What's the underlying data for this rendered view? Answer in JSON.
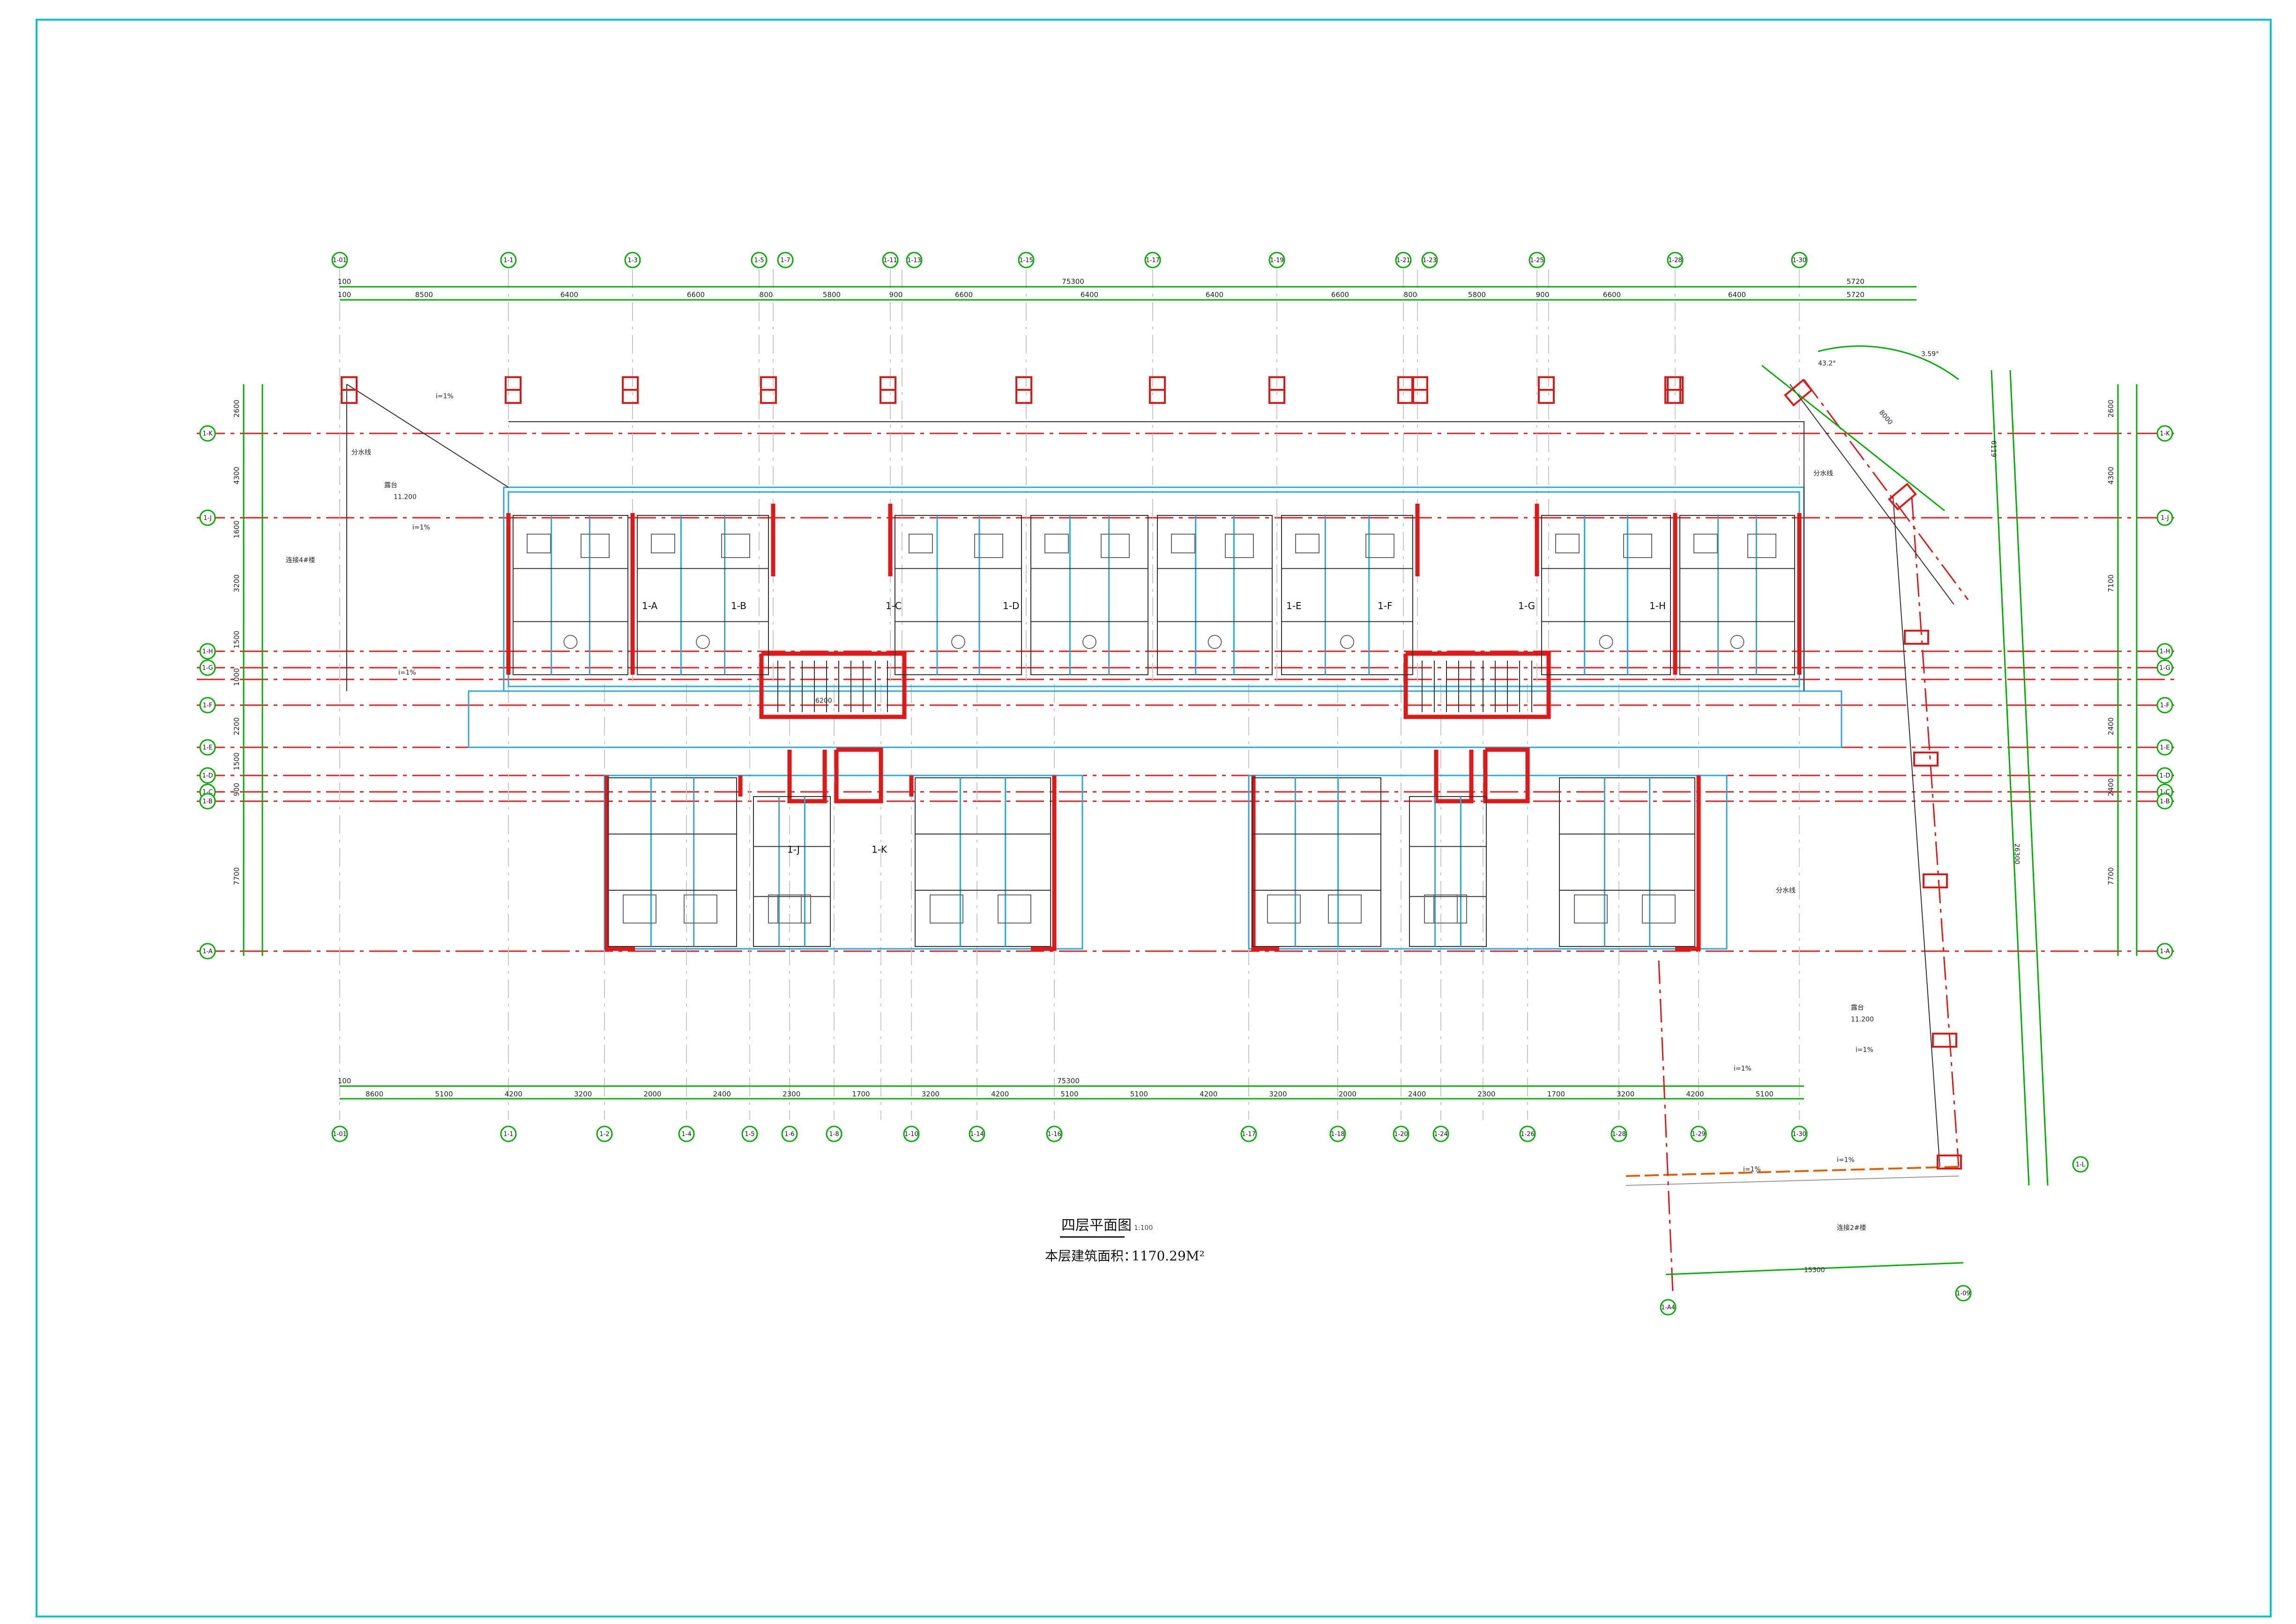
{
  "drawing": {
    "title": "四层平面图",
    "scale": "1:100",
    "area_label": "本层建筑面积：",
    "area_value": "1170.29M²"
  },
  "top_axes": [
    "1-01",
    "1-1",
    "1-3",
    "1-5",
    "1-7",
    "1-11",
    "1-13",
    "1-15",
    "1-17",
    "1-19",
    "1-21",
    "1-23",
    "1-25",
    "1-28",
    "1-30"
  ],
  "bottom_axes": [
    "1-01",
    "1-1",
    "1-2",
    "1-4",
    "1-5",
    "1-6",
    "1-8",
    "1-10",
    "1-14",
    "1-16",
    "1-17",
    "1-18",
    "1-20",
    "1-24",
    "1-26",
    "1-28",
    "1-29",
    "1-30"
  ],
  "left_axes": [
    "1-K",
    "1-J",
    "1-H",
    "1-G",
    "1-F",
    "1-E",
    "1-D",
    "1-C",
    "1-B",
    "1-A"
  ],
  "right_axes": [
    "1-K",
    "1-J",
    "1-H",
    "1-G",
    "1-F",
    "1-E",
    "1-D",
    "1-C",
    "1-B",
    "1-A"
  ],
  "top_dims_total": [
    "100",
    "75300",
    "5720"
  ],
  "top_dims": [
    "100",
    "8500",
    "6400",
    "6600",
    "800",
    "5800",
    "900",
    "6600",
    "6400",
    "6400",
    "6600",
    "800",
    "5800",
    "900",
    "6600",
    "6400",
    "5720"
  ],
  "bottom_dims_total": [
    "100",
    "75300"
  ],
  "bottom_dims": [
    "8600",
    "5100",
    "4200",
    "3200",
    "2000",
    "2400",
    "2300",
    "1700",
    "3200",
    "4200",
    "5100",
    "5100",
    "4200",
    "3200",
    "2000",
    "2400",
    "2300",
    "1700",
    "3200",
    "4200",
    "5100"
  ],
  "left_dims": [
    "2600",
    "4300",
    "1600",
    "3200",
    "1500",
    "1000",
    "2200",
    "1500",
    "900",
    "7700"
  ],
  "right_dims": [
    "2600",
    "4300",
    "7100",
    "2400",
    "2400",
    "7700"
  ],
  "unit_labels": [
    "1-A",
    "1-B",
    "1-C",
    "1-D",
    "1-E",
    "1-F",
    "1-G",
    "1-H",
    "1-J",
    "1-K"
  ],
  "notes": {
    "terrace": "露台",
    "terrace_elev": "11.200",
    "divider": "分水线",
    "connect_left": "连接4#楼",
    "connect_right": "连接2#楼",
    "slope": "i=1%",
    "angle1": "43.2°",
    "angle2": "3.59°",
    "dim_15300": "15300",
    "dim_6200": "6200",
    "dim_26300": "26300",
    "dim_6119": "6119",
    "dim_8000": "8000"
  },
  "right_axis_bottom": [
    "1-A4",
    "1-09"
  ],
  "right_axis_l": "1-L",
  "colors": {
    "grid_red": "#e01818",
    "dimension_green": "#00b000",
    "wall_blue": "#2aa8d8",
    "frame_cyan": "#00c8c8"
  }
}
